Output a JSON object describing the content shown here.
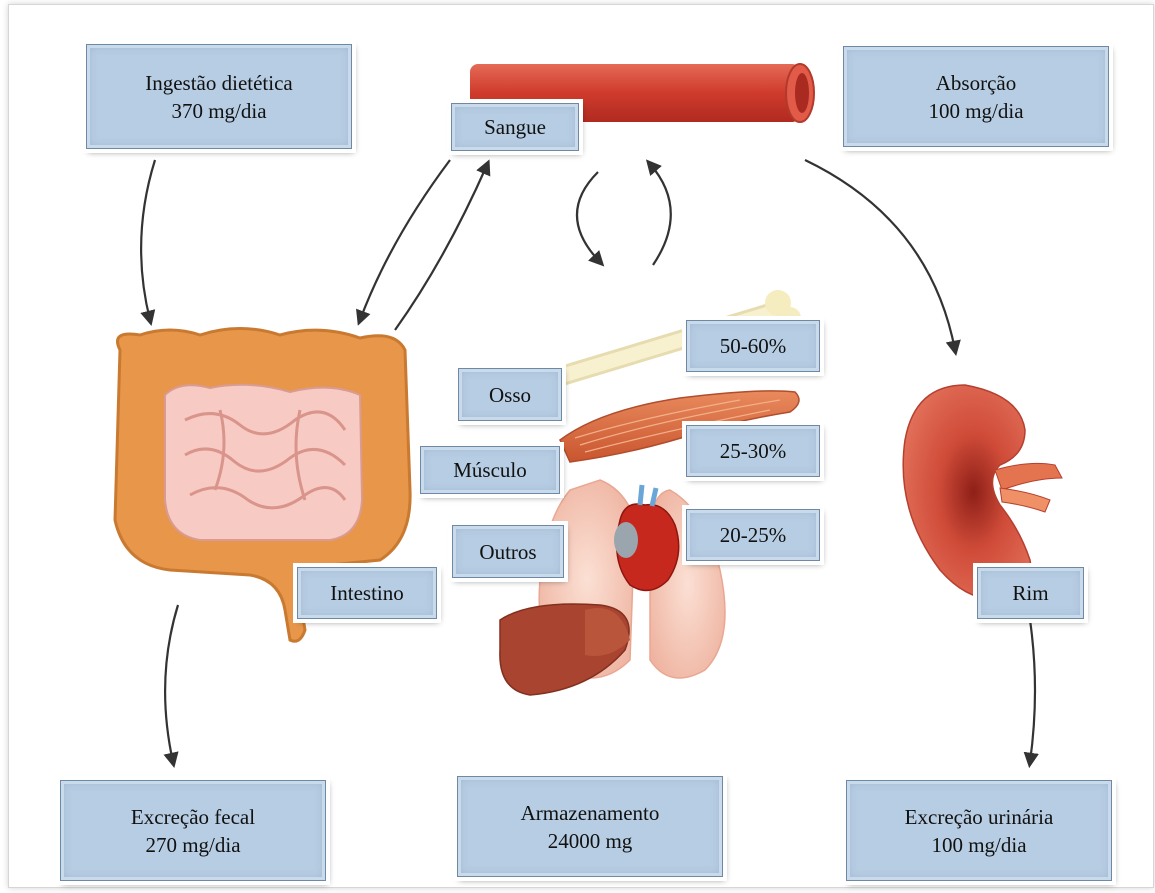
{
  "flows": {
    "intake": {
      "label": "Ingestão dietética",
      "value": "370 mg/dia"
    },
    "absorption": {
      "label": "Absorção",
      "value": "100 mg/dia"
    },
    "fecal": {
      "label": "Excreção fecal",
      "value": "270 mg/dia"
    },
    "storage": {
      "label": "Armazenamento",
      "value": "24000 mg"
    },
    "urinary": {
      "label": "Excreção urinária",
      "value": "100 mg/dia"
    }
  },
  "organs": {
    "blood": "Sangue",
    "bone": "Osso",
    "muscle": "Músculo",
    "others": "Outros",
    "intestine": "Intestino",
    "kidney": "Rim"
  },
  "storage_shares": {
    "bone": "50-60%",
    "muscle": "25-30%",
    "others": "20-25%"
  },
  "colors": {
    "box_fill": "#b7cde3",
    "box_border": "#6f88a6",
    "blood_vessel": "#d94a3a",
    "intestine_outer": "#e89a4a",
    "intestine_inner": "#f7c9c4",
    "kidney": "#d4553f",
    "muscle": "#d86b45",
    "bone": "#f5ecc0",
    "liver": "#a8442f",
    "heart": "#c7281e",
    "lungs": "#f6c7b6"
  }
}
